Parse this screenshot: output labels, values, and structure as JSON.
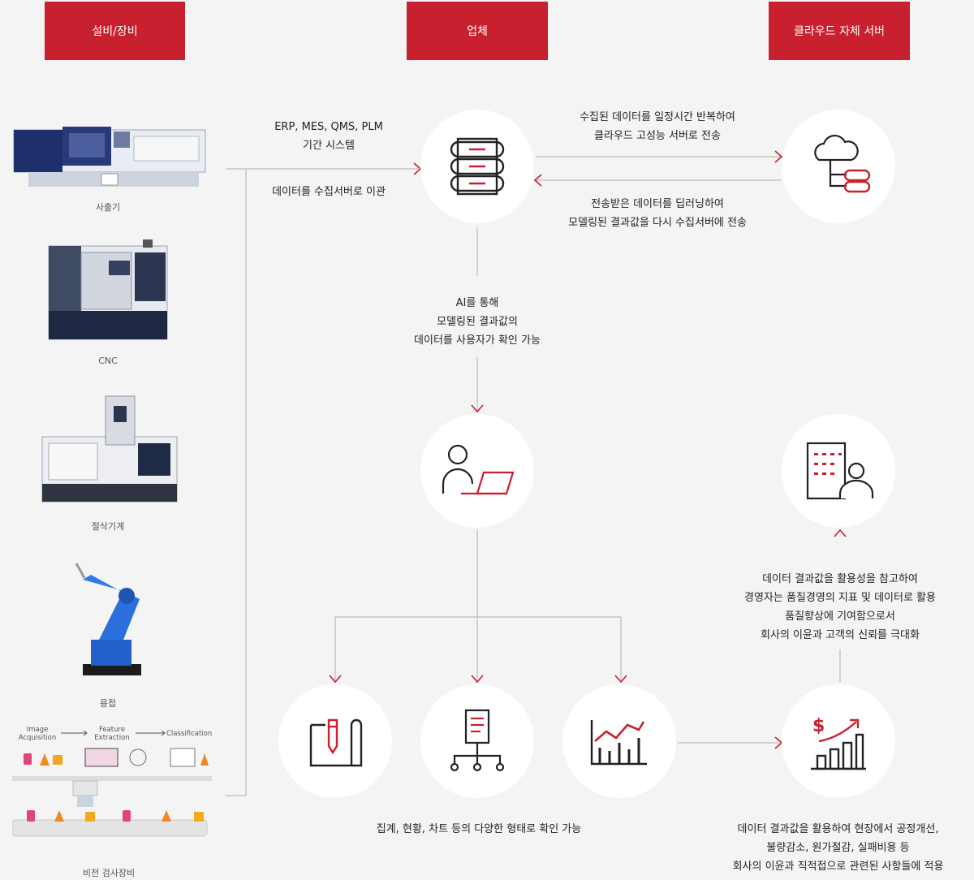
{
  "headers": {
    "equipment": "설비/장비",
    "company": "업체",
    "cloud": "클라우드 자체 서버"
  },
  "machines": [
    {
      "label": "사출기",
      "icon": "injection-molding-machine"
    },
    {
      "label": "CNC",
      "icon": "cnc-machine"
    },
    {
      "label": "절삭기계",
      "icon": "cutting-machine"
    },
    {
      "label": "용접",
      "icon": "welding-robot"
    },
    {
      "label": "비전 검사장비",
      "icon": "vision-inspection"
    }
  ],
  "vision_steps": {
    "step1": [
      "Image",
      "Acquisition"
    ],
    "step2": [
      "Feature",
      "Extraction"
    ],
    "step3": "Classification"
  },
  "flow_text": {
    "systems_line1": "ERP, MES, QMS, PLM",
    "systems_line2": "기간 시스템",
    "transfer": "데이터를 수집서버로 이관",
    "to_cloud_line1": "수집된 데이터를 일정시간 반복하여",
    "to_cloud_line2": "클라우드 고성능 서버로 전송",
    "from_cloud_line1": "전송받은 데이터를 딥러닝하여",
    "from_cloud_line2": "모델링된 결과값을 다시 수집서버에 전송",
    "ai_line1": "AI를 통해",
    "ai_line2": "모델링된 결과값의",
    "ai_line3": "데이터를 사용자가 확인 가능",
    "mgmt_line1": "데이터 결과값을 활용성을 참고하여",
    "mgmt_line2": "경영자는 품질경영의 지표 및 데이터로 활용",
    "mgmt_line3": "품질향상에 기여함으로서",
    "mgmt_line4": "회사의 이윤과 고객의 신뢰를 극대화",
    "forms": "집계, 현황, 차트 등의 다양한 형태로 확인 가능",
    "field_line1": "데이터 결과값을 활용하여 현장에서 공정개선,",
    "field_line2": "불량감소, 원가절감, 실패비용 등",
    "field_line3": "회사의 이윤과 직적접으로 관련된 사항들에 적용"
  },
  "icons": [
    "server-stack-icon",
    "cloud-server-icon",
    "user-laptop-icon",
    "executive-building-icon",
    "blueprint-pencil-icon",
    "document-hierarchy-icon",
    "bar-chart-icon",
    "revenue-growth-icon"
  ],
  "colors": {
    "accent": "#c8202f",
    "line": "#bbbbbb",
    "background": "#f4f4f4"
  }
}
